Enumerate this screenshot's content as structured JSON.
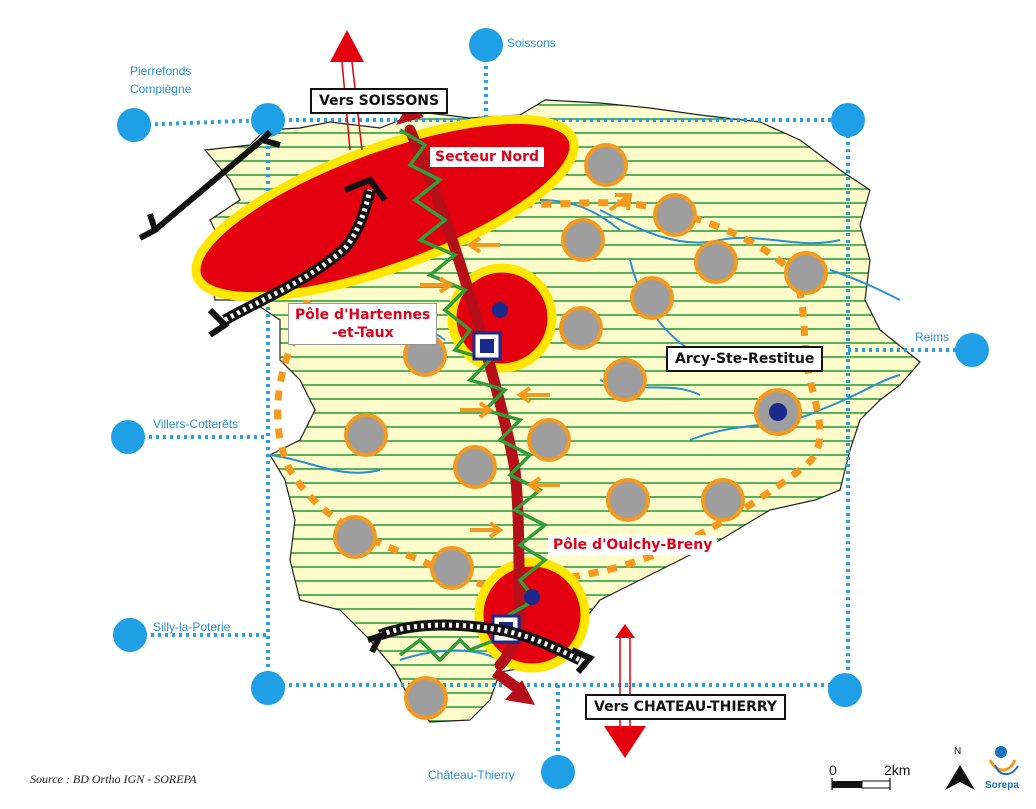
{
  "map": {
    "cities": {
      "soissons": "Soissons",
      "pierrefonds": "Pierrefonds",
      "compiegne": "Compiègne",
      "reims": "Reims",
      "villers_cotterets": "Villers-Cotterêts",
      "silly_la_poterie": "Silly-la-Poterie",
      "chateau_thierry": "Château-Thierry"
    },
    "directions": {
      "north": "Vers SOISSONS",
      "south": "Vers CHATEAU-THIERRY"
    },
    "zones": {
      "secteur_nord": "Secteur Nord",
      "arcy": "Arcy-Ste-Restitue",
      "oulchy": "Pôle d'Oulchy-Breny",
      "hartennes_line1": "Pôle d'Hartennes",
      "hartennes_line2": "-et-Taux"
    },
    "source": "Source : BD Ortho IGN - SOREPA",
    "scale": {
      "zero": "0",
      "distance": "2km"
    },
    "north_arrow": "N",
    "logo": "Sorepa",
    "colors": {
      "territory_fill": "#fffccc",
      "stripes": "#1f9a3a",
      "network_blue": "#2aa0e0",
      "pole_red": "#e3000f",
      "highlight_yellow": "#ffe600",
      "orange": "#f39a1e",
      "village_grey": "#9e9e9e",
      "river": "#2b8fd6",
      "dark_blue": "#1b2a8c"
    }
  }
}
